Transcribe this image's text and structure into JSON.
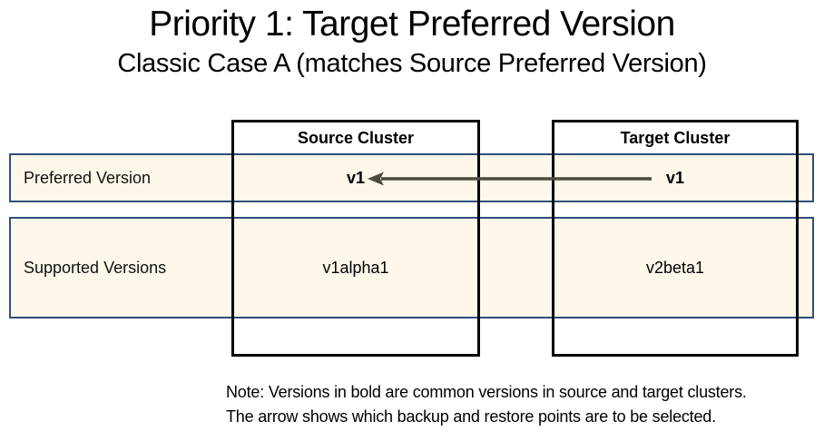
{
  "slide": {
    "title": "Priority 1: Target Preferred Version",
    "subtitle": "Classic Case A (matches Source Preferred Version)"
  },
  "rows": {
    "preferred_label": "Preferred Version",
    "supported_label": "Supported Versions"
  },
  "clusters": {
    "source": {
      "header": "Source Cluster",
      "preferred_version": "v1",
      "supported_version": "v1alpha1"
    },
    "target": {
      "header": "Target Cluster",
      "preferred_version": "v1",
      "supported_version": "v2beta1"
    }
  },
  "arrow": {
    "direction": "left"
  },
  "note": {
    "line1": "Note: Versions in bold are common versions in source and target clusters.",
    "line2": "The arrow shows which backup and restore points are to be selected."
  },
  "colors": {
    "band_fill": "#FDF8E9",
    "band_border": "#2F4E7D",
    "box_border": "#000000",
    "arrow": "#4B4A40"
  }
}
